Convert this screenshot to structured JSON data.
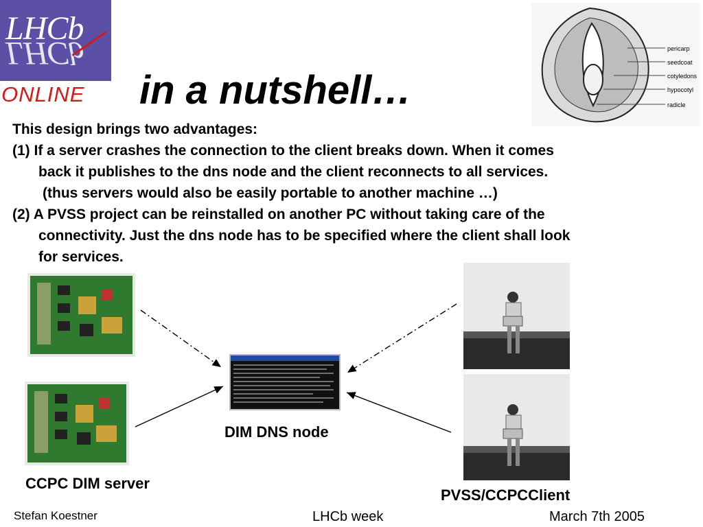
{
  "logo": {
    "line1": "LHCb",
    "line2": "LHCb",
    "line3": "ONLINE"
  },
  "title": "in a nutshell…",
  "seed_labels": [
    "pericarp",
    "seedcoat",
    "cotyledons",
    "hypocotyl",
    "radicle"
  ],
  "body": {
    "intro": "This design brings two advantages:",
    "point1_line1": "(1) If a server crashes the connection to the client breaks down. When it comes",
    "point1_line2": "back it publishes to the dns node and the client reconnects to all services.",
    "point1_line3": "(thus servers would also be easily portable to another machine …)",
    "point2_line1": "(2) A PVSS project can be reinstalled on another PC without taking care of the",
    "point2_line2": "connectivity. Just the dns node has to be specified where the client shall look",
    "point2_line3": "for services."
  },
  "labels": {
    "dns": "DIM DNS node",
    "server": "CCPC DIM server",
    "client": "PVSS/CCPCClient"
  },
  "footer": {
    "author": "Stefan Koestner",
    "event": "LHCb week",
    "date": "March 7th 2005"
  },
  "colors": {
    "logo_purple": "#5b4fa6",
    "logo_red": "#d11a1a",
    "board_green": "#2f7a2f"
  }
}
